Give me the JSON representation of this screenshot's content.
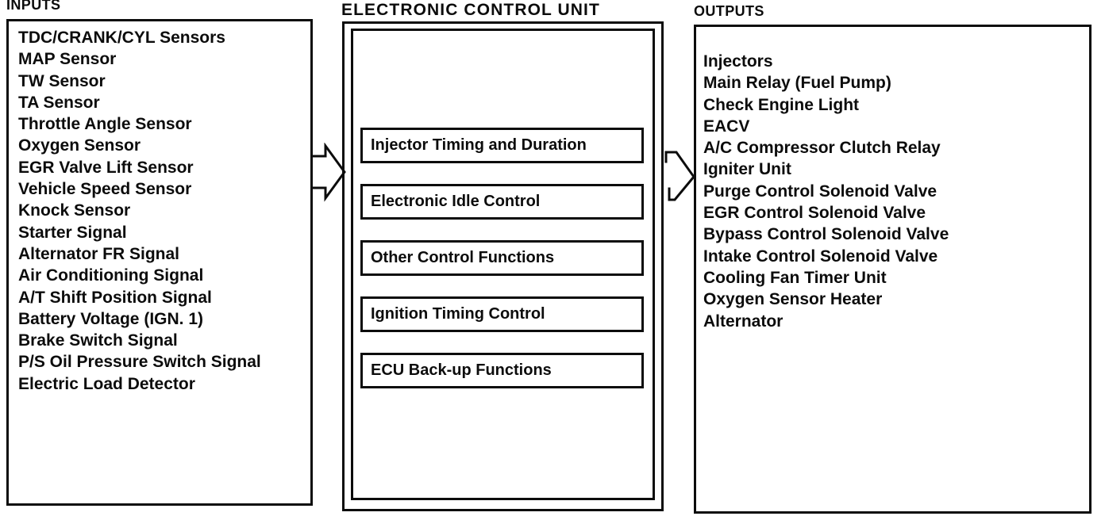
{
  "diagram_title": "ECU inputs/outputs block diagram",
  "colors": {
    "ink": "#0c0c0c",
    "background": "#ffffff"
  },
  "inputs": {
    "label": "INPUTS",
    "items": [
      "TDC/CRANK/CYL Sensors",
      "MAP Sensor",
      "TW Sensor",
      "TA Sensor",
      "Throttle Angle Sensor",
      "Oxygen Sensor",
      "EGR Valve Lift Sensor",
      "Vehicle Speed Sensor",
      "Knock Sensor",
      "Starter Signal",
      "Alternator FR Signal",
      "Air Conditioning Signal",
      "A/T Shift Position Signal",
      "Battery Voltage (IGN. 1)",
      "Brake Switch Signal",
      "P/S Oil Pressure Switch Signal",
      "Electric Load Detector"
    ]
  },
  "ecu": {
    "label": "ELECTRONIC CONTROL UNIT",
    "functions": [
      "Injector Timing and Duration",
      "Electronic Idle Control",
      "Other Control Functions",
      "Ignition Timing Control",
      "ECU Back-up Functions"
    ]
  },
  "outputs": {
    "label": "OUTPUTS",
    "items": [
      "Injectors",
      "Main Relay (Fuel Pump)",
      "Check Engine Light",
      "EACV",
      "A/C Compressor Clutch Relay",
      "Igniter Unit",
      "Purge Control Solenoid Valve",
      "EGR Control Solenoid Valve",
      "Bypass Control Solenoid Valve",
      "Intake Control Solenoid Valve",
      "Cooling Fan Timer Unit",
      "Oxygen Sensor Heater",
      "Alternator"
    ]
  },
  "arrows": [
    {
      "name": "inputs-to-ecu",
      "direction": "right"
    },
    {
      "name": "ecu-to-outputs",
      "direction": "right"
    }
  ]
}
